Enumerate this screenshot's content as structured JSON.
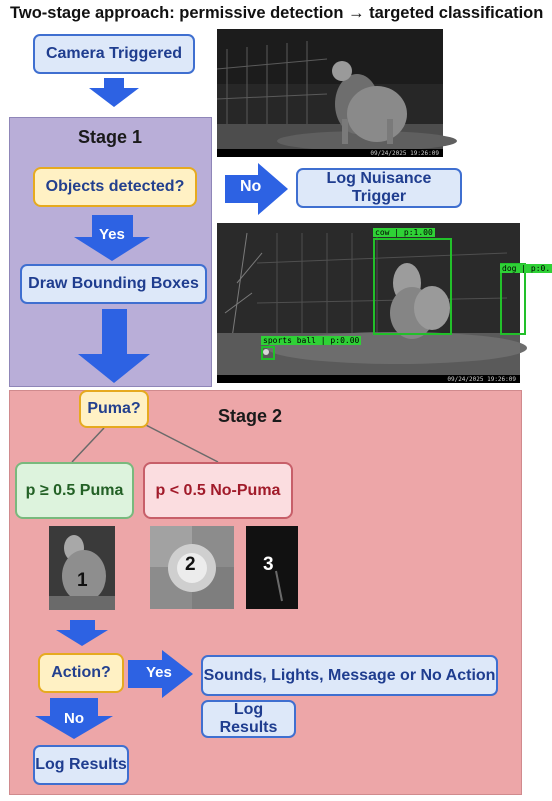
{
  "title": "Two-stage approach: permissive detection → targeted classification",
  "nodes": {
    "camera_triggered": "Camera Triggered",
    "objects_detected": "Objects detected?",
    "log_nuisance": "Log Nuisance Trigger",
    "draw_boxes": "Draw Bounding Boxes",
    "puma_question": "Puma?",
    "puma_yes": "p ≥ 0.5 Puma",
    "puma_no": "p < 0.5 No-Puma",
    "action_question": "Action?",
    "action_options": "Sounds, Lights, Message or No Action",
    "log_results_right": "Log Results",
    "log_results_bottom": "Log Results"
  },
  "stages": {
    "stage1": "Stage 1",
    "stage2": "Stage 2"
  },
  "arrows": {
    "no1": "No",
    "yes1": "Yes",
    "yes2": "Yes",
    "no2": "No"
  },
  "photo_top": {
    "footer": "09/24/2025 19:26:09"
  },
  "photo_detect": {
    "footer": "09/24/2025 19:26:09",
    "detections": {
      "cow": "cow | p:1.00",
      "dog": "dog | p:0.",
      "ball": "sports ball | p:0.00"
    }
  },
  "crops": {
    "c1": "1",
    "c2": "2",
    "c3": "3"
  },
  "colors": {
    "stage1_bg": "#b9aed8",
    "stage2_bg": "#eda6a8",
    "arrow_blue": "#2d62e3",
    "box_blue_border": "#3f6fd0",
    "box_yellow_border": "#e6aa1f",
    "box_green_border": "#79b97d",
    "box_pink_border": "#c75f69",
    "bbox_green": "#22c02a"
  }
}
